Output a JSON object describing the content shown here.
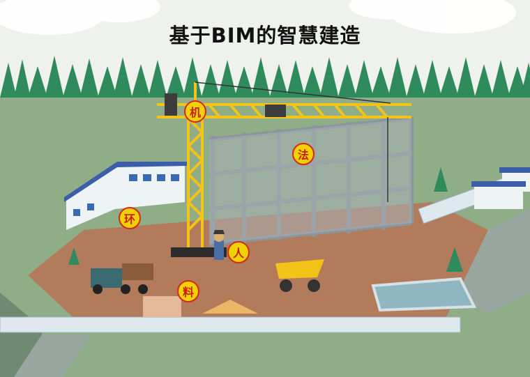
{
  "title": "基于BIM的智慧建造",
  "badges": {
    "machine": "机",
    "method": "法",
    "environment": "环",
    "person": "人",
    "material": "料"
  },
  "colors": {
    "sky": "#eef2ee",
    "ground": "#8fb08a",
    "site": "#b07a5a",
    "crane": "#f3c417",
    "badge_fill": "#f2d100",
    "badge_text": "#c81d0f"
  }
}
